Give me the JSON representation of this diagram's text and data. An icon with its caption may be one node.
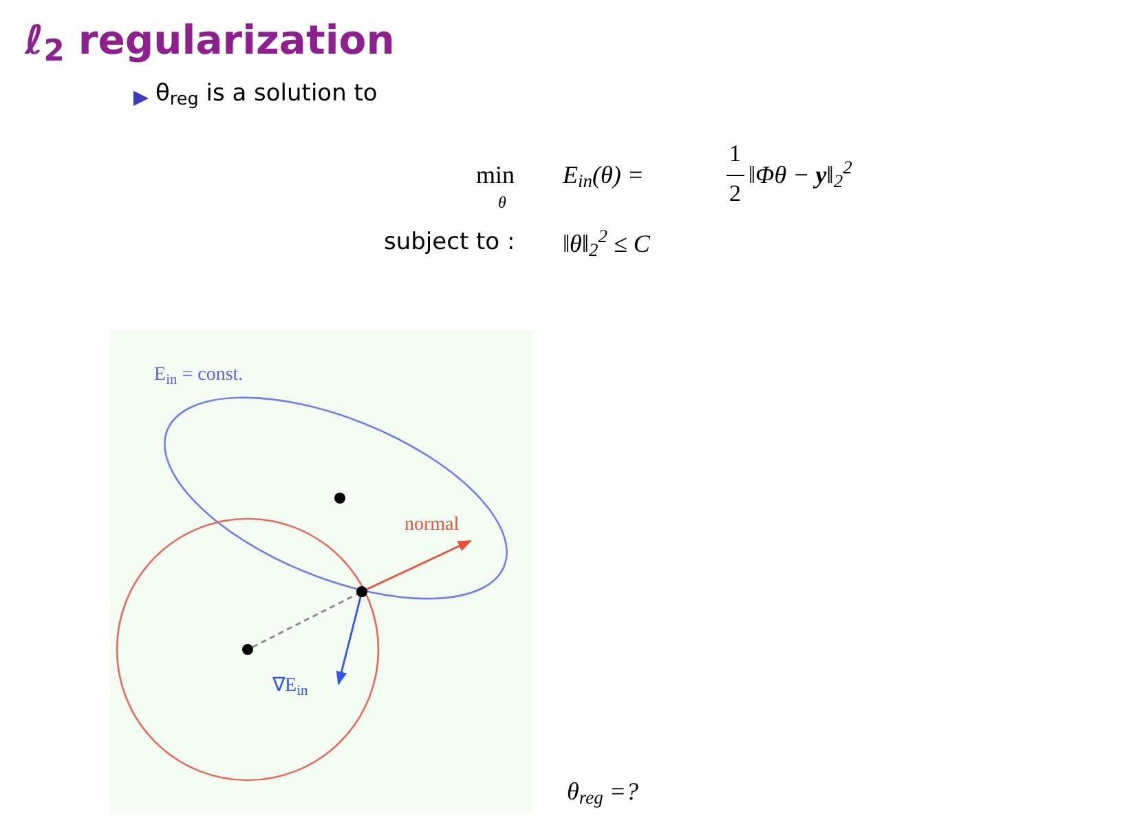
{
  "diagram": {
    "title": "ℓ$_{2}$ regularization",
    "nodes": [
      {
        "text": [],
        "shape": "circle"
      },
      {
        "text": [],
        "shape": "circle"
      },
      {
        "text": [],
        "shape": "circle"
      }
    ],
    "edges": [
      {
        "from": 0,
        "to": 1,
        "arrow": "none",
        "style": "dashed",
        "color": "#888888"
      },
      {
        "from": 1,
        "to": null,
        "arrow": "to",
        "label": "normal",
        "color": "#e8503a"
      },
      {
        "from": 1,
        "to": null,
        "arrow": "to",
        "label": "∇E$_{in}$",
        "color": "#3355ee"
      }
    ],
    "labels": [
      "θ$_{reg}$ is a solution to",
      "min",
      "θ",
      "E$_{in}$(θ) =",
      "1",
      "2",
      "‖Φθ − **y**‖$_{2}$$^{2}$",
      "subject to :",
      "‖θ‖$_{2}$$^{2}$ ≤ C",
      "E$_{in}$ = const.",
      "θ$_{reg}$ =?"
    ]
  }
}
